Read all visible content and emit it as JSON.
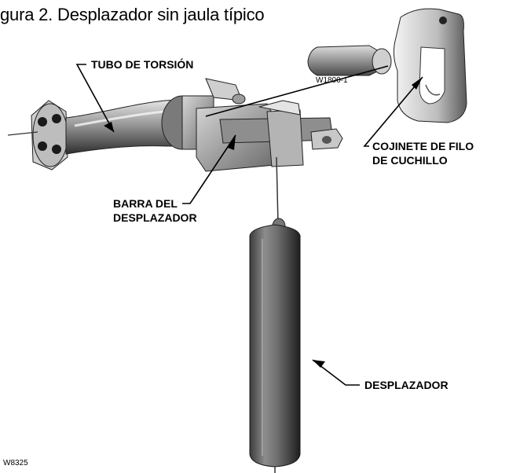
{
  "figure": {
    "title": "gura 2. Desplazador sin jaula típico",
    "drawing_id": "W1800-1",
    "figure_id": "W8325"
  },
  "callouts": {
    "torsion_tube": "TUBO DE TORSIÓN",
    "knife_edge_bearing_1": "COJINETE DE FILO",
    "knife_edge_bearing_2": "DE CUCHILLO",
    "displacer_rod_1": "BARRA DEL",
    "displacer_rod_2": "DESPLAZADOR",
    "displacer": "DESPLAZADOR"
  }
}
